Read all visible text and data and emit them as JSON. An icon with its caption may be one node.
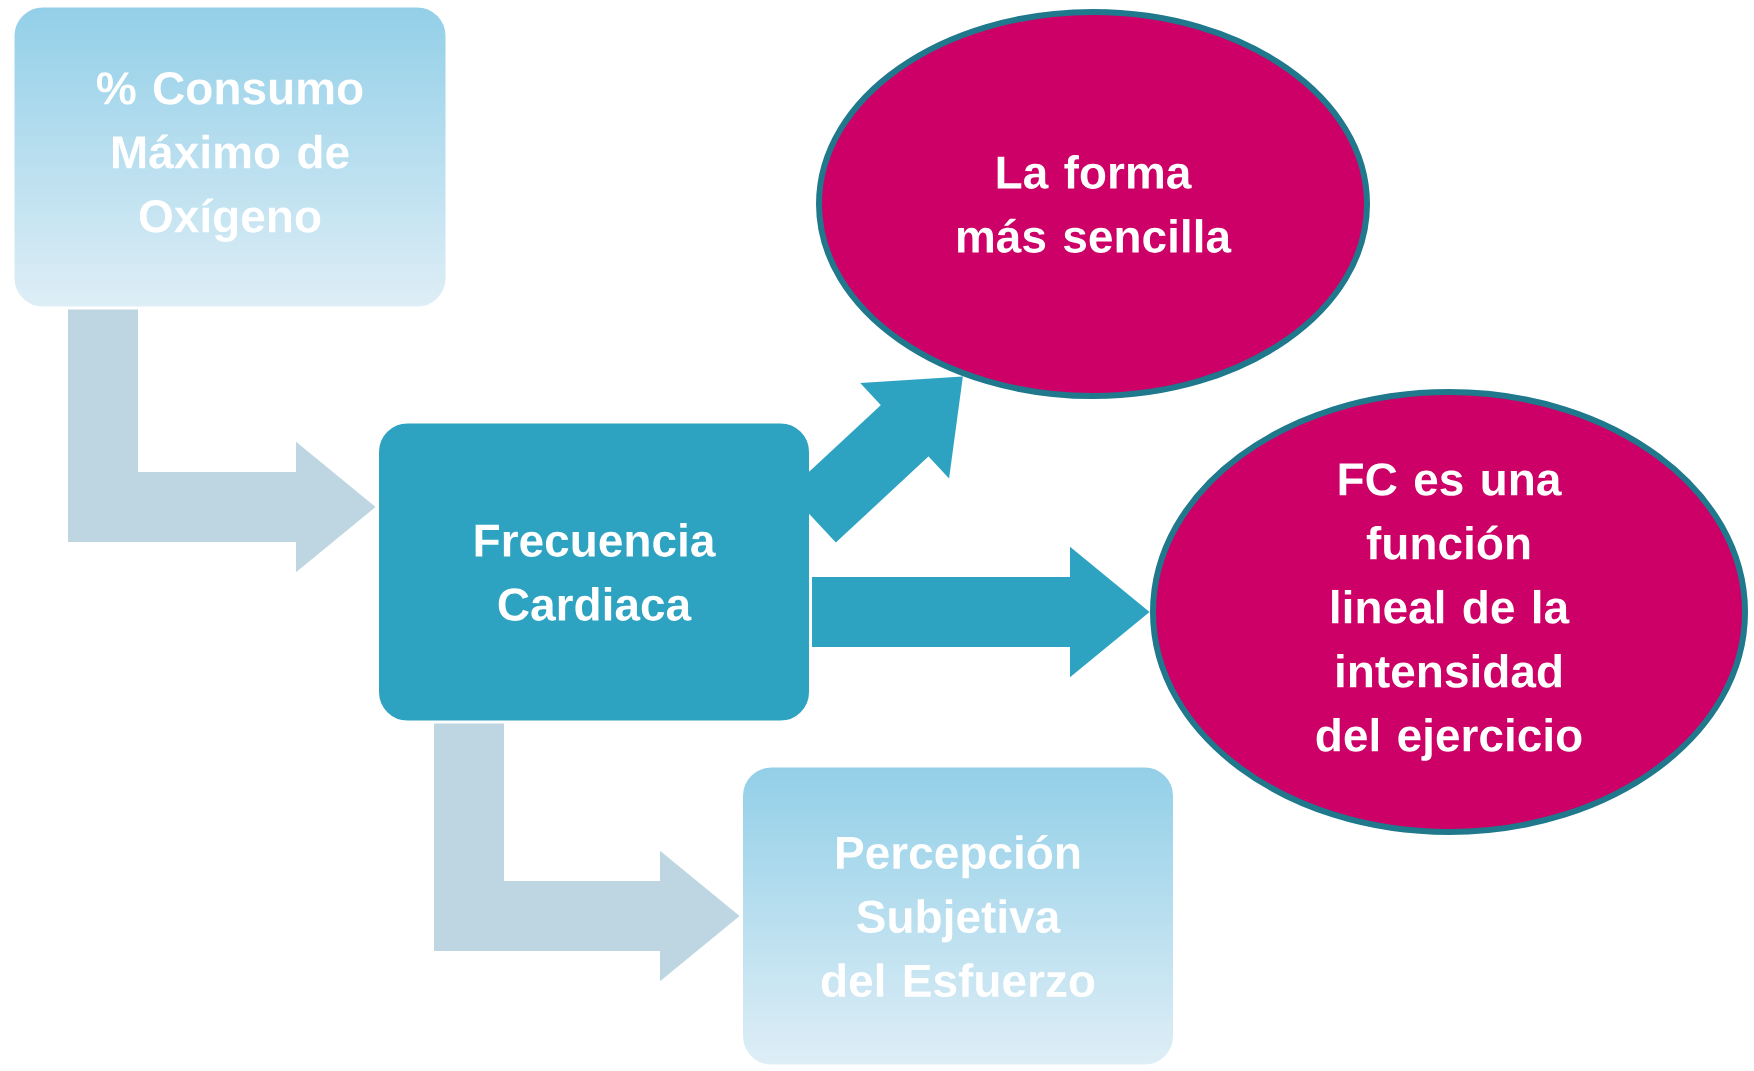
{
  "diagram": {
    "nodes": [
      {
        "text": [
          "% Consumo Máximo de Oxígeno"
        ]
      },
      {
        "text": [
          "Frecuencia Cardiaca"
        ]
      },
      {
        "text": [
          "La forma más sencilla"
        ]
      },
      {
        "text": [
          "FC es una función lineal de la intensidad del ejercicio"
        ]
      },
      {
        "text": [
          "Percepción Subjetiva del Esfuerzo"
        ]
      }
    ],
    "edges": [
      {
        "from": 0,
        "to": 1,
        "arrow": "to",
        "color": "#bed6e2"
      },
      {
        "from": 1,
        "to": 2,
        "arrow": "to",
        "color": "#2ea3c1"
      },
      {
        "from": 1,
        "to": 3,
        "arrow": "to",
        "color": "#2ea3c1"
      },
      {
        "from": 1,
        "to": 4,
        "arrow": "to",
        "color": "#bed6e2"
      }
    ]
  }
}
